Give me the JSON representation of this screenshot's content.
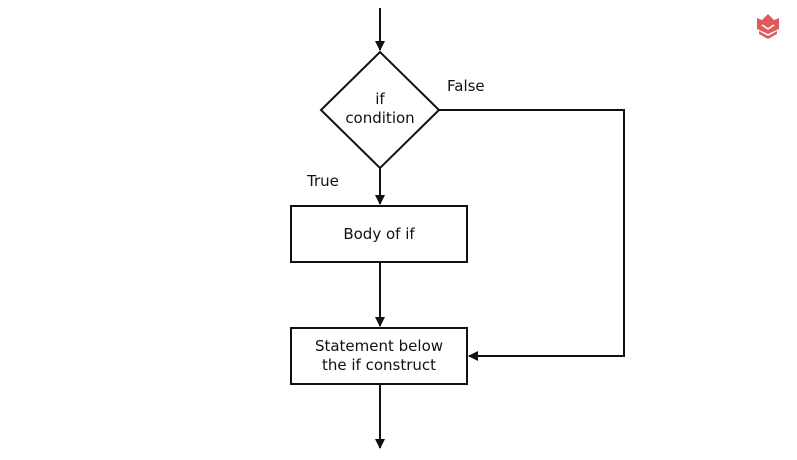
{
  "flowchart": {
    "decision": {
      "line1": "if",
      "line2": "condition"
    },
    "branch_true": "True",
    "branch_false": "False",
    "body_box": "Body of if",
    "statement_box": {
      "line1": "Statement below",
      "line2": "the if construct"
    }
  },
  "style": {
    "stroke_color": "#111111",
    "logo_color": "#e05a5a"
  },
  "icons": {
    "logo": "book-logo-icon"
  }
}
